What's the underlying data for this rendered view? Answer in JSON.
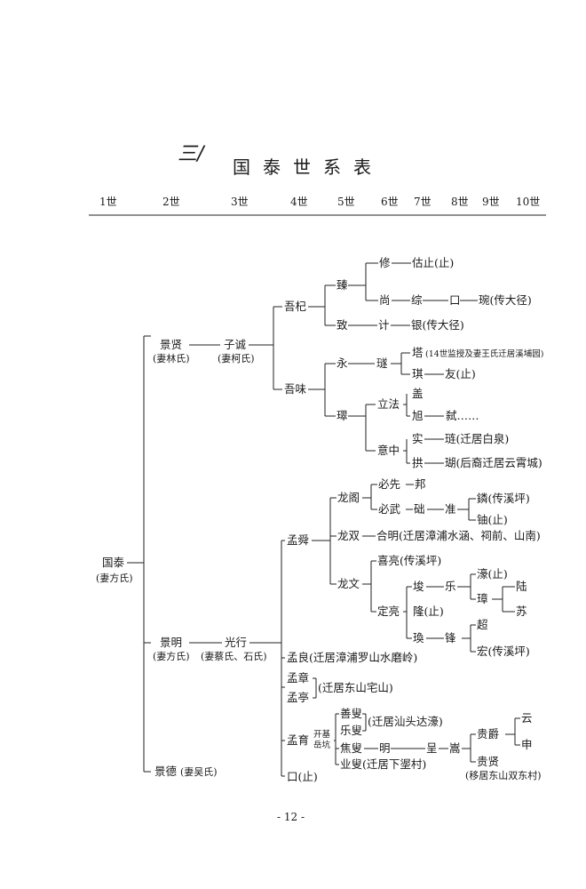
{
  "page": {
    "handwritten": "三/",
    "title": "国泰世系表",
    "page_number": "- 12 -"
  },
  "generations": [
    "1世",
    "2世",
    "3世",
    "4世",
    "5世",
    "6世",
    "7世",
    "8世",
    "9世",
    "10世"
  ],
  "people": {
    "guotai": "国泰",
    "guotai_w": "(妻方氏)",
    "jingxian": "景贤",
    "jingxian_w": "(妻林氏)",
    "jingming": "景明",
    "jingming_w": "(妻方氏)",
    "jingde": "景德",
    "jingde_w": "(妻吴氏)",
    "zicheng": "子诚",
    "zicheng_w": "(妻柯氏)",
    "guangxing": "光行",
    "guangxing_w": "(妻蔡氏、石氏)",
    "wuqi": "吾杞",
    "wuwei": "吾味",
    "zhen": "臻",
    "zhi": "致",
    "xiu": "修",
    "guzhi": "估止(止)",
    "shang": "尚",
    "zong": "综",
    "kou": "口",
    "wan": "琬(传大径)",
    "ji": "计",
    "yin": "银(传大径)",
    "yong": "永",
    "xie": "璲",
    "ta": "塔",
    "ta_note": "(14世监授及妻王氏迁居溪埔园)",
    "qi": "琪",
    "you": "友(止)",
    "zhi2": "璻",
    "lifa": "立法",
    "gai": "盖",
    "xu": "旭",
    "shi": "弑……",
    "yizhong": "意中",
    "shi2": "实",
    "lian": "琏(迁居白泉)",
    "gong": "拱",
    "shan": "瑚(后裔迁居云霄城)",
    "mengshun": "孟舜",
    "longge": "龙阁",
    "bixian": "必先",
    "bang": "邦",
    "biwu": "必武",
    "chu": "础",
    "zhun": "准",
    "lin": "鏻(传溪坪)",
    "you2": "铀(止)",
    "longshuang": "龙双",
    "heming": "合明(迁居漳浦水涵、祠前、山南)",
    "longwen": "龙文",
    "xiliang": "喜亮(传溪坪)",
    "dingliang": "定亮",
    "jun": "埈",
    "le": "乐",
    "hao": "濠(止)",
    "zhang": "璋",
    "lu": "陆",
    "su": "苏",
    "long": "隆(止)",
    "huan": "瑍",
    "feng": "锋",
    "chao": "超",
    "hong": "宏(传溪坪)",
    "mengliang": "孟良(迁居漳浦罗山水磨岭)",
    "mengzhang": "孟章",
    "mengting": "孟亭",
    "mt_note": "(迁居东山宅山)",
    "mengyu": "孟育",
    "kaiji": "开基",
    "yuekeng": "岳坑",
    "shansou": "善叟",
    "lesou": "乐叟",
    "sl_note": "(迁居汕头达濠)",
    "jiaosou": "焦叟",
    "ming": "明",
    "cheng": "呈",
    "song": "嵩",
    "yesou": "业叟(迁居下埿村)",
    "guijue": "贵爵",
    "yun": "云",
    "shen": "申",
    "guixian": "贵贤",
    "gx_note": "(移居东山双东村)",
    "kouzhi": "口(止)"
  }
}
